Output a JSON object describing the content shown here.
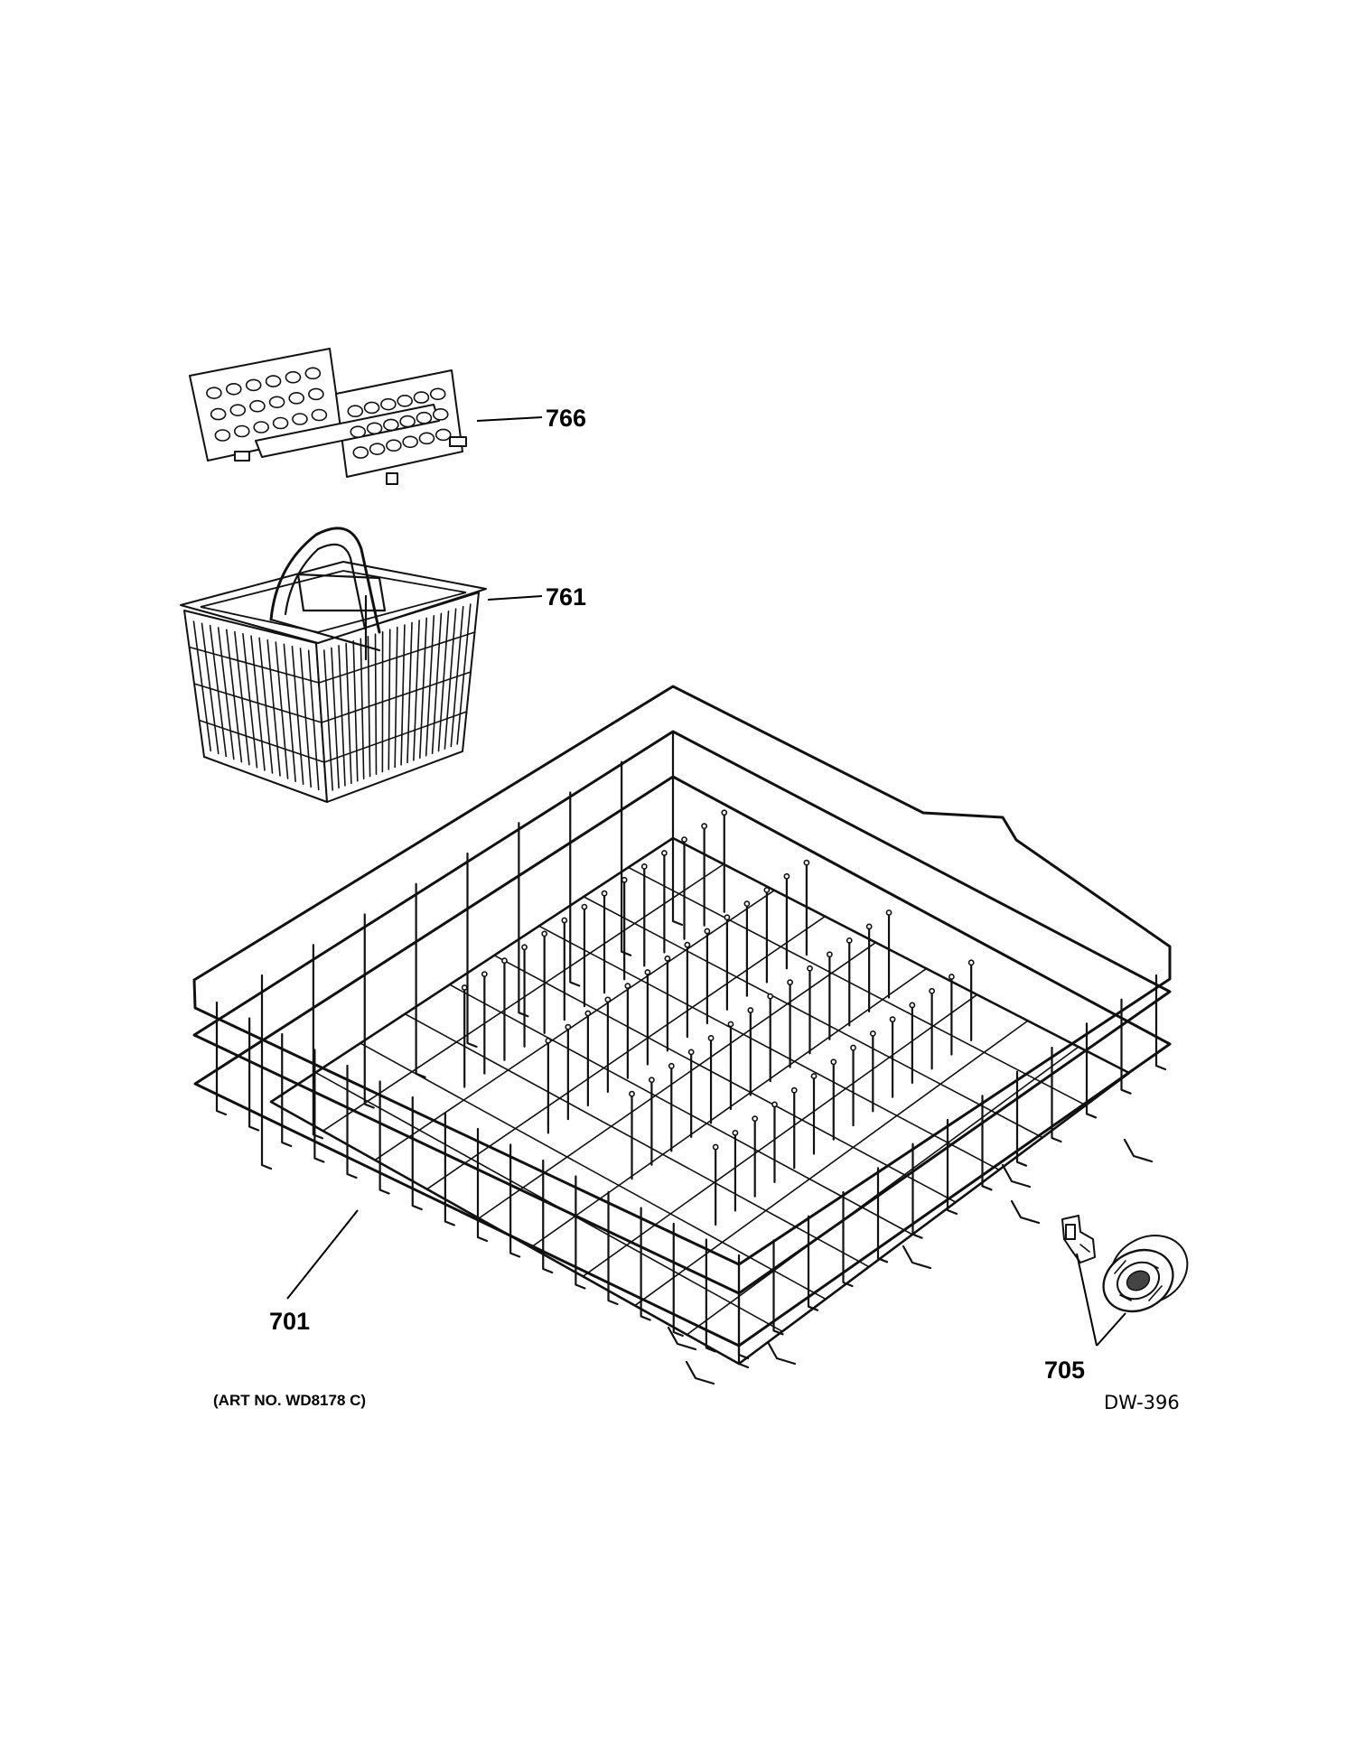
{
  "parts": [
    {
      "id": "766",
      "label": "766"
    },
    {
      "id": "761",
      "label": "761"
    },
    {
      "id": "701",
      "label": "701"
    },
    {
      "id": "705",
      "label": "705"
    }
  ],
  "footer": {
    "art_number": "(ART NO. WD8178 C)",
    "drawing_code": "DW-396"
  }
}
